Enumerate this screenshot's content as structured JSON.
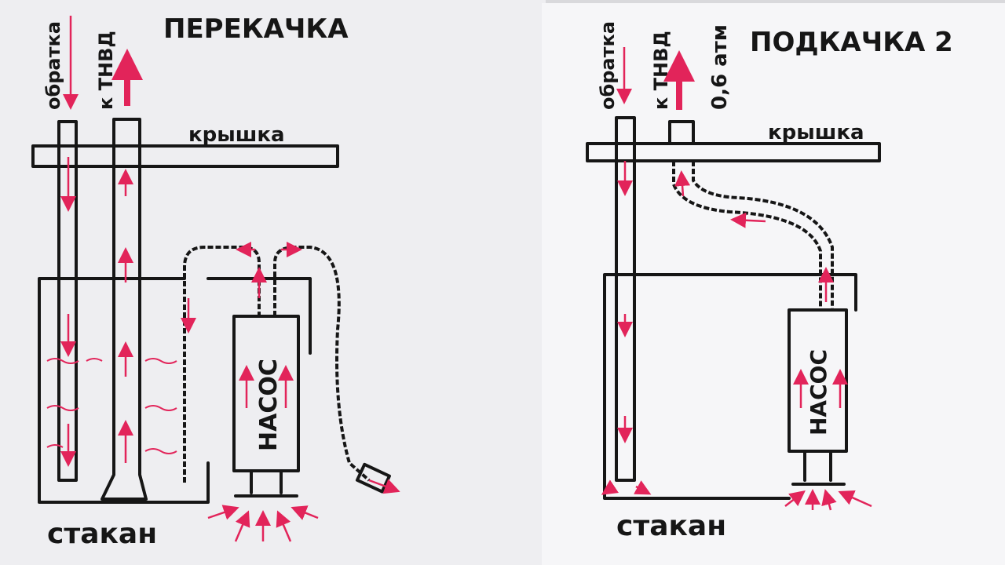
{
  "left_sheet": {
    "title": "ПЕРЕКАЧКА",
    "return_label": "обратка",
    "to_pump_label": "к ТНВД",
    "lid_label": "крышка",
    "pump_label": "НАСОС",
    "cup_label": "стакан"
  },
  "right_sheet": {
    "title": "ПОДКАЧКА 2",
    "return_label": "обратка",
    "to_pump_label": "к ТНВД",
    "pressure_label": "0,6 атм",
    "lid_label": "крышка",
    "pump_label": "НАСОС",
    "cup_label": "стакан"
  },
  "colors": {
    "ink": "#161616",
    "flow_arrow": "#e2245a",
    "paper": "#f4f4f6"
  }
}
